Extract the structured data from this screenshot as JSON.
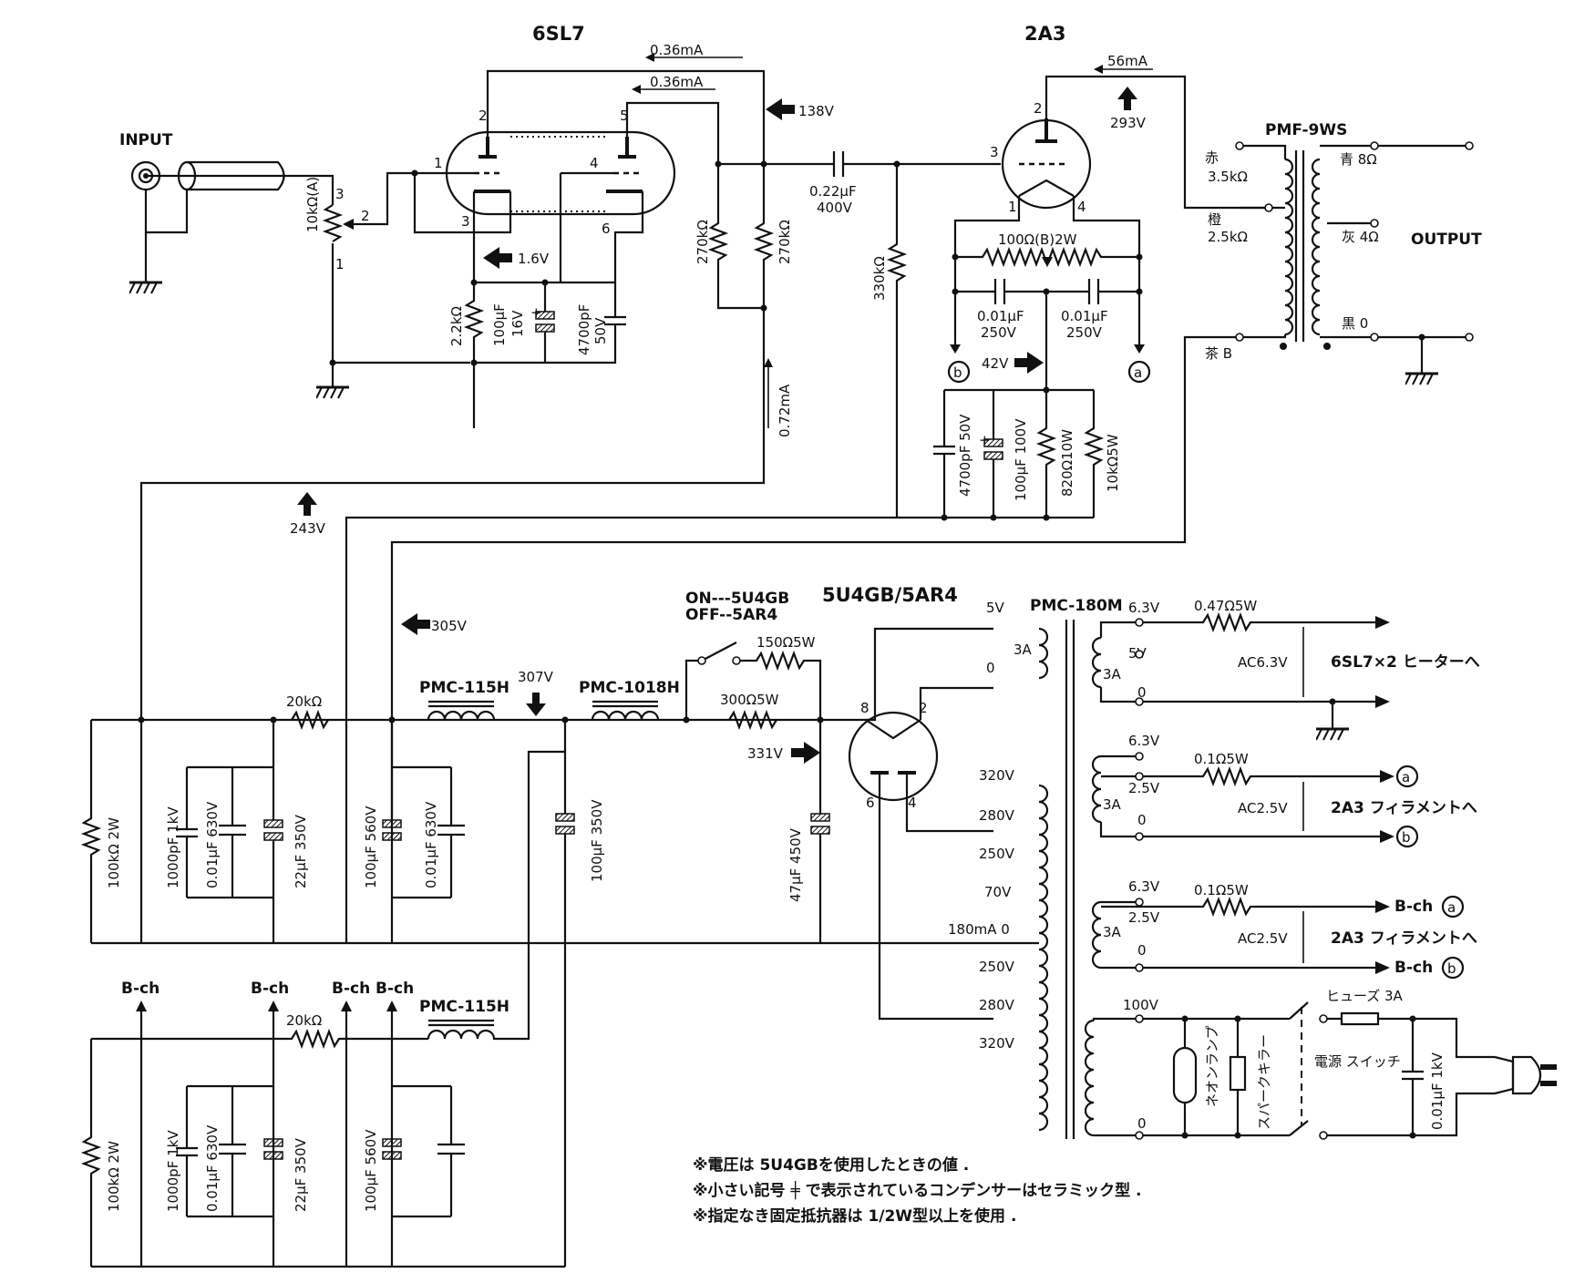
{
  "tubes": {
    "driver": "6SL7",
    "output": "2A3",
    "rectifier": "5U4GB/5AR4"
  },
  "labels": {
    "input": "INPUT",
    "output": "OUTPUT",
    "volume": "10kΩ(A)",
    "r_cath_driver": "2.2kΩ",
    "c_cath_driver": "100μF",
    "c_cath_driver_v": "16V",
    "c_cath_film": "4700pF",
    "c_cath_film_v": "50V",
    "r_plate1": "270kΩ",
    "r_plate2": "270kΩ",
    "c_coupling": "0.22μF",
    "c_coupling_v": "400V",
    "r_grid": "330kΩ",
    "hum_pot": "100Ω(B)2W",
    "c_fil_a": "0.01μF",
    "c_fil_a_v": "250V",
    "c_fil_b": "0.01μF",
    "c_fil_b_v": "250V",
    "c_bias_film": "4700pF 50V",
    "c_bias_elec": "100μF 100V",
    "r_bias1": "820Ω10W",
    "r_bias2": "10kΩ5W",
    "opt": "PMF-9WS",
    "opt_red": "赤",
    "opt_red_z": "3.5kΩ",
    "opt_orange": "橙",
    "opt_orange_z": "2.5kΩ",
    "opt_brown": "茶 B",
    "opt_blue": "青 8Ω",
    "opt_gray": "灰 4Ω",
    "opt_black": "黒 0",
    "ps_switch_on": "ON---5U4GB",
    "ps_switch_off": "OFF--5AR4",
    "r_150": "150Ω5W",
    "r_300": "300Ω5W",
    "choke1": "PMC-1018H",
    "choke2": "PMC-115H",
    "choke3": "PMC-115H",
    "r_20k": "20kΩ",
    "r_20k_b": "20kΩ",
    "c_47": "47μF 450V",
    "c_100_350": "100μF 350V",
    "c_100_560": "100μF 560V",
    "c_001_630": "0.01μF 630V",
    "c_22_350": "22μF 350V",
    "c_1000p": "1000pF 1kV",
    "r_100k": "100kΩ 2W",
    "c_100_560_b": "100μF 560V",
    "c_001_630_b": "0.01μF 630V",
    "c_22_350_b": "22μF 350V",
    "c_1000p_b": "1000pF 1kV",
    "c_001_630_c": "0.01μF 630V",
    "r_100k_b": "100kΩ 2W",
    "bch1": "B-ch",
    "bch2": "B-ch",
    "bch3": "B-ch",
    "bch4": "B-ch",
    "pt": "PMC-180M",
    "pt_5v": "5V",
    "pt_3a": "3A",
    "pt_0": "0",
    "pt_320a": "320V",
    "pt_280a": "280V",
    "pt_250a": "250V",
    "pt_70": "70V",
    "pt_180ma": "180mA 0",
    "pt_250b": "250V",
    "pt_280b": "280V",
    "pt_320b": "320V",
    "pt_100v": "100V",
    "pt_0b": "0",
    "h1_63": "6.3V",
    "h1_5v": "5V",
    "h1_3a": "3A",
    "h1_0": "0",
    "h1_r": "0.47Ω5W",
    "h1_ac": "AC6.3V",
    "h1_to": "6SL7×2 ヒーターへ",
    "h2_63": "6.3V",
    "h2_25": "2.5V",
    "h2_3a": "3A",
    "h2_0": "0",
    "h2_r": "0.1Ω5W",
    "h2_ac": "AC2.5V",
    "h2_to": "2A3 フィラメントへ",
    "h3_63": "6.3V",
    "h3_25": "2.5V",
    "h3_3a": "3A",
    "h3_0": "0",
    "h3_r": "0.1Ω5W",
    "h3_ac": "AC2.5V",
    "h3_to": "2A3 フィラメントへ",
    "h3_bch_a": "B-ch",
    "h3_bch_b": "B-ch",
    "neon": "ネオンランプ",
    "spark": "スパークキラー",
    "power_sw": "電源 スイッチ",
    "fuse": "ヒューズ 3A",
    "c_ac": "0.01μF 1kV"
  },
  "measurements": {
    "i_036a": "0.36mA",
    "i_036b": "0.36mA",
    "v_138": "138V",
    "v_16": "1.6V",
    "i_072": "0.72mA",
    "i_56": "56mA",
    "v_293": "293V",
    "v_42": "42V",
    "v_243": "243V",
    "v_305": "305V",
    "v_307": "307V",
    "v_331": "331V"
  },
  "notes": [
    "※電圧は 5U4GBを使用したときの値 .",
    "※小さい記号 ╪ で表示されているコンデンサーはセラミック型 .",
    "※指定なき固定抵抗器は 1/2W型以上を使用 ."
  ]
}
